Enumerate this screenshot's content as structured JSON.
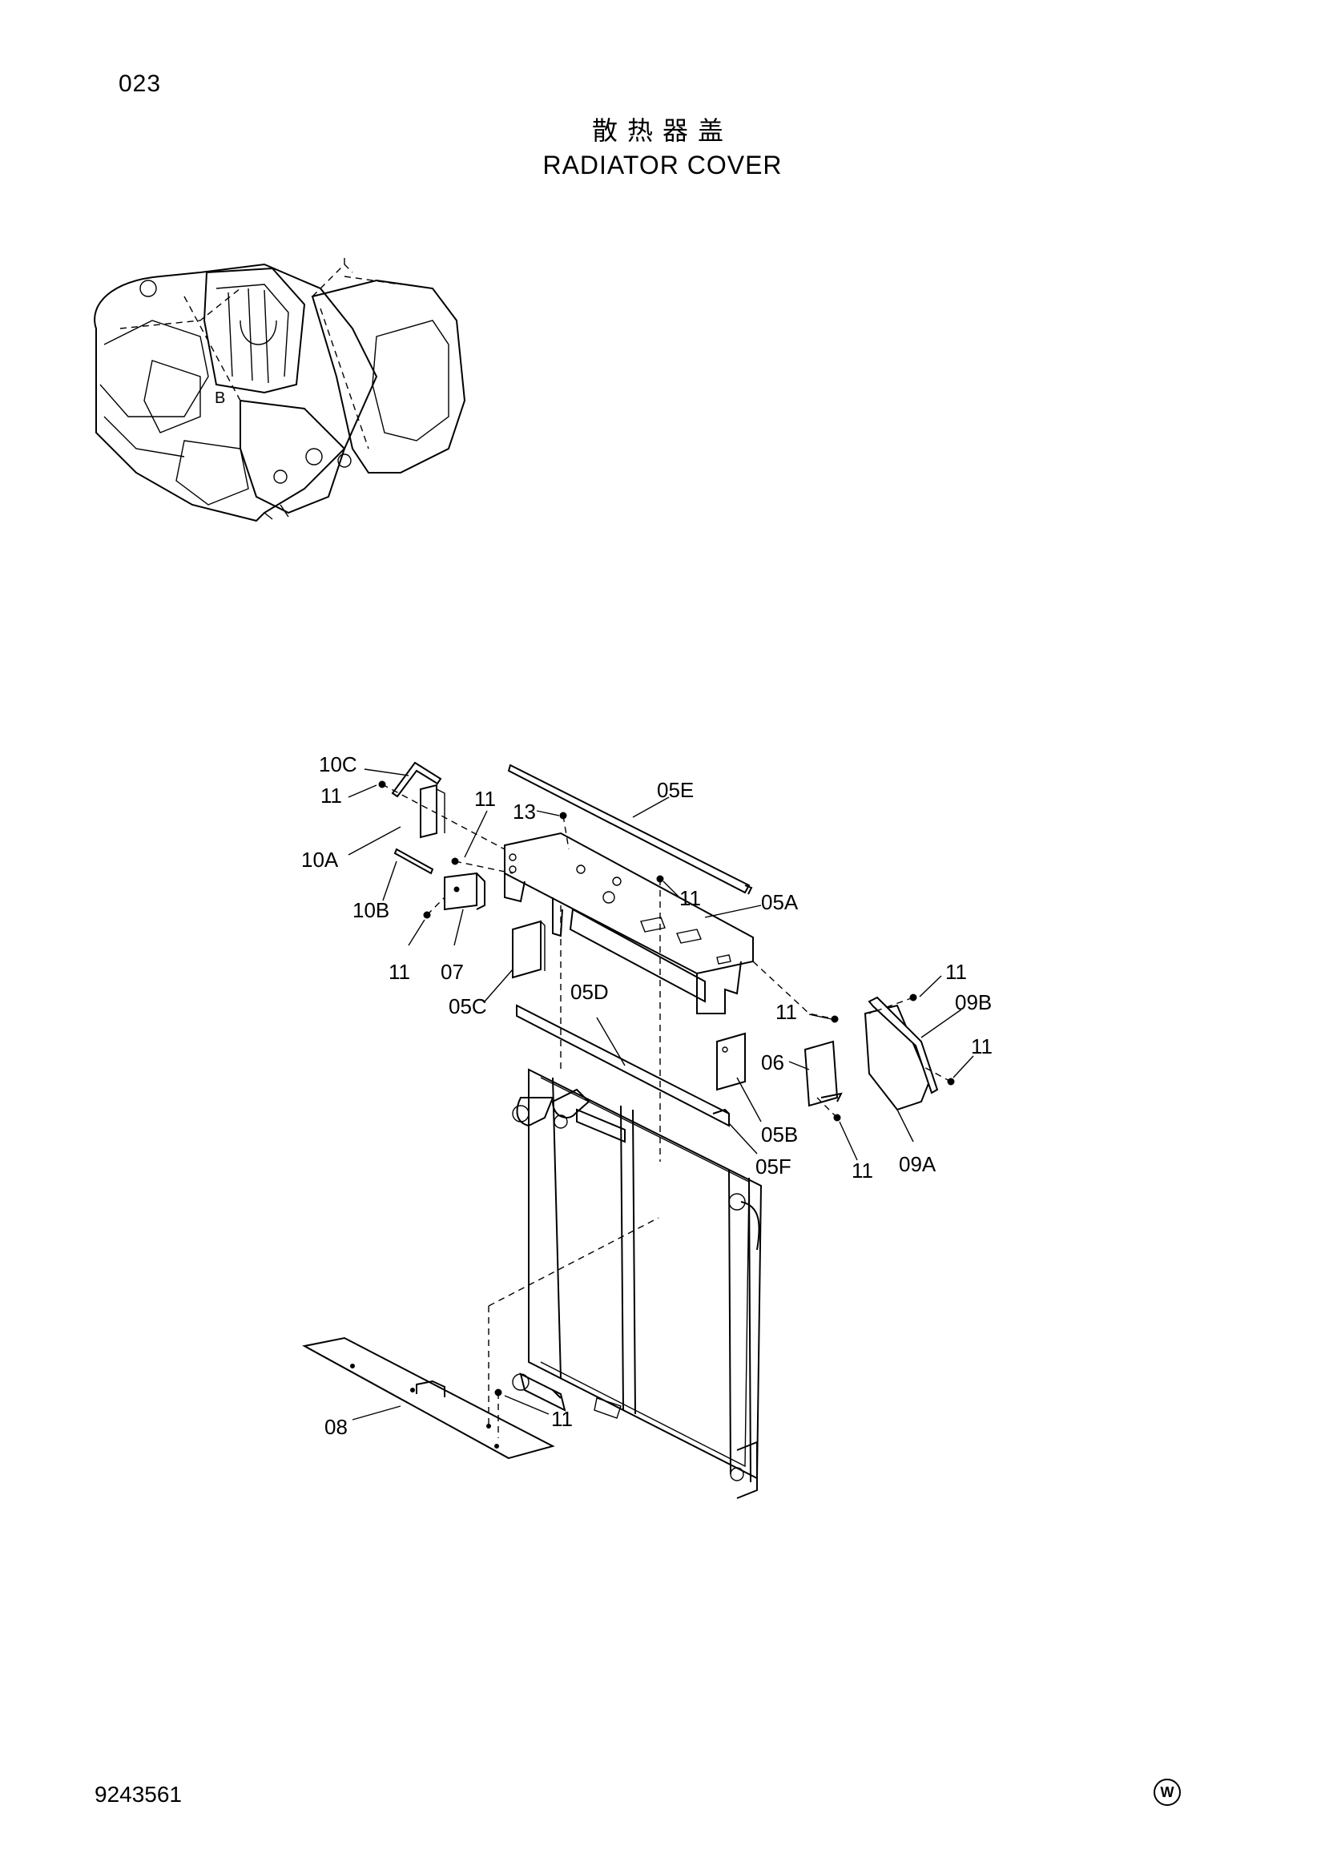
{
  "header": {
    "page_number": "023",
    "title_cn": "散热器盖",
    "title_en": "RADIATOR COVER"
  },
  "overview": {
    "view_label": "B"
  },
  "callouts": [
    {
      "id": "10C",
      "label": "10C"
    },
    {
      "id": "11_a",
      "label": "11"
    },
    {
      "id": "11_b",
      "label": "11"
    },
    {
      "id": "13",
      "label": "13"
    },
    {
      "id": "05E",
      "label": "05E"
    },
    {
      "id": "10A",
      "label": "10A"
    },
    {
      "id": "11_c",
      "label": "11"
    },
    {
      "id": "05A",
      "label": "05A"
    },
    {
      "id": "10B",
      "label": "10B"
    },
    {
      "id": "11_d",
      "label": "11"
    },
    {
      "id": "07",
      "label": "07"
    },
    {
      "id": "05C",
      "label": "05C"
    },
    {
      "id": "05D",
      "label": "05D"
    },
    {
      "id": "11_e",
      "label": "11"
    },
    {
      "id": "09B",
      "label": "09B"
    },
    {
      "id": "11_f",
      "label": "11"
    },
    {
      "id": "11_g",
      "label": "11"
    },
    {
      "id": "06",
      "label": "06"
    },
    {
      "id": "05B",
      "label": "05B"
    },
    {
      "id": "05F",
      "label": "05F"
    },
    {
      "id": "11_h",
      "label": "11"
    },
    {
      "id": "09A",
      "label": "09A"
    },
    {
      "id": "08",
      "label": "08"
    },
    {
      "id": "11_i",
      "label": "11"
    }
  ],
  "footer": {
    "doc_number": "9243561",
    "mark": "W"
  }
}
